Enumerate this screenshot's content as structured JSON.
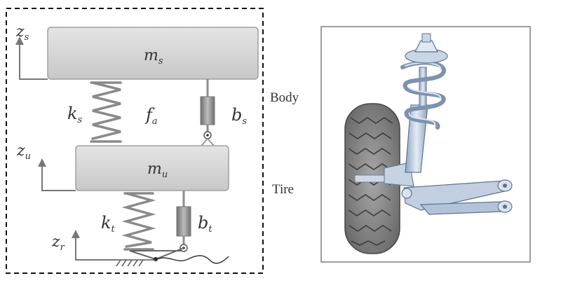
{
  "labels": {
    "zs_main": "z",
    "zs_sub": "s",
    "ms_main": "m",
    "ms_sub": "s",
    "ks_main": "k",
    "ks_sub": "s",
    "fa_main": "f",
    "fa_sub": "a",
    "bs_main": "b",
    "bs_sub": "s",
    "zu_main": "z",
    "zu_sub": "u",
    "mu_main": "m",
    "mu_sub": "u",
    "kt_main": "k",
    "kt_sub": "t",
    "bt_main": "b",
    "bt_sub": "t",
    "zr_main": "z",
    "zr_sub": "r",
    "body": "Body",
    "tire": "Tire"
  },
  "colors": {
    "block": "#d6d6d6",
    "block_edge": "#9a9a9a",
    "arrow": "#777777",
    "spring": "#888888",
    "damper": "#8c8c8c",
    "tire_tread": "#7a7a7a",
    "strut_blue": "#b8c8dc"
  }
}
